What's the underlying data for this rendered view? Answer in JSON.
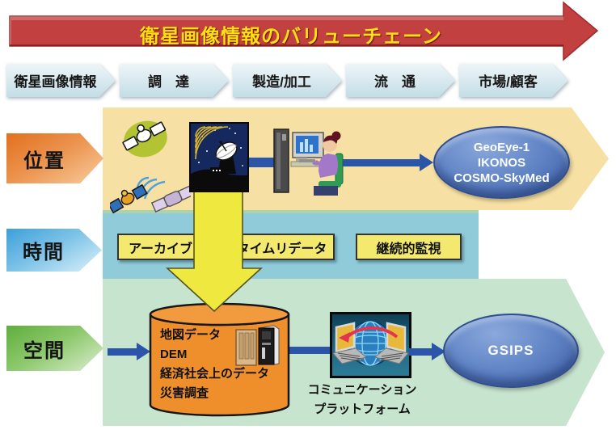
{
  "banner": {
    "title": "衛星画像情報のバリューチェーン"
  },
  "steps": [
    {
      "label": "衛星画像情報"
    },
    {
      "label": "調　達"
    },
    {
      "label": "製造/加工"
    },
    {
      "label": "流　通"
    },
    {
      "label": "市場/顧客"
    }
  ],
  "rows": {
    "position": {
      "label": "位置",
      "output": {
        "lines": [
          "GeoEye-1",
          "IKONOS",
          "COSMO-SkyMed"
        ]
      }
    },
    "time": {
      "label": "時間",
      "boxes": [
        {
          "label": "アーカイブ"
        },
        {
          "label": "タイムリデータ"
        },
        {
          "label": "継続的監視"
        }
      ]
    },
    "space": {
      "label": "空間",
      "database": {
        "lines": [
          "地図データ",
          "DEM",
          "経済社会上のデータ",
          "災害調査"
        ]
      },
      "platform": {
        "caption": [
          "コミュニケーション",
          "プラットフォーム"
        ]
      },
      "output": {
        "label": "GSIPS"
      }
    }
  },
  "icons": [
    "satellite-icon",
    "antenna-dish-icon",
    "computer-user-icon",
    "server-icon",
    "globe-laptops-icon",
    "database-cylinder",
    "down-arrow-icon"
  ],
  "colors": {
    "banner_red": "#C04040",
    "banner_text_yellow": "#FFE013",
    "step_fill": "#D7E8EE",
    "position_accent": "#E8832A",
    "time_accent": "#4FA8DC",
    "space_accent": "#6FB548",
    "band_position": "#F6E0A3",
    "band_time": "#8FCBD9",
    "band_space": "#C7E4CE",
    "highlight_yellow": "#F2E96E",
    "big_arrow_yellow": "#EFE93F",
    "database_orange": "#EF8F2C",
    "ellipse_blue": "#5E82C4",
    "arrow_blue": "#2B55A8"
  }
}
